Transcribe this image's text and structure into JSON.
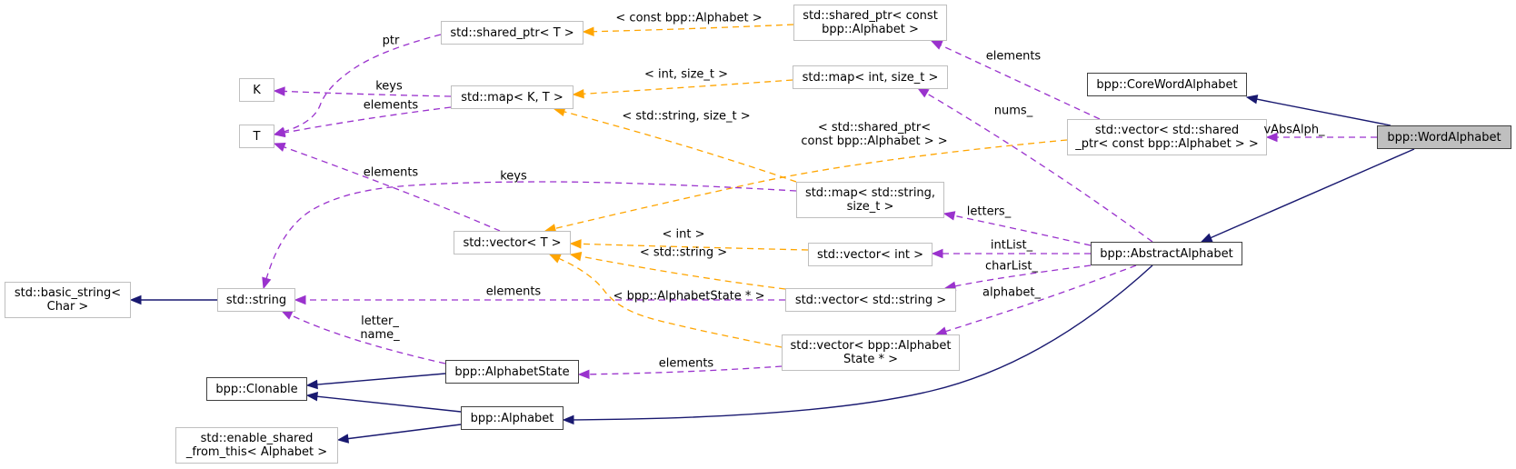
{
  "diagram": {
    "title": "Collaboration graph for bpp::WordAlphabet",
    "colors": {
      "inheritance": "#191970",
      "usage": "#9a32cd",
      "template": "#ffa500",
      "focus_fill": "#bfbfbf"
    },
    "nodes": [
      {
        "id": "wordalphabet",
        "label": "bpp::WordAlphabet",
        "kind": "focus"
      },
      {
        "id": "corewordalphabet",
        "label": "bpp::CoreWordAlphabet",
        "kind": "doc"
      },
      {
        "id": "vec_shared",
        "label": "std::vector< std::shared\n_ptr< const bpp::Alphabet > >",
        "kind": "ext"
      },
      {
        "id": "abstractalphabet",
        "label": "bpp::AbstractAlphabet",
        "kind": "doc"
      },
      {
        "id": "shared_const",
        "label": "std::shared_ptr< const\nbpp::Alphabet >",
        "kind": "ext"
      },
      {
        "id": "shared_t",
        "label": "std::shared_ptr< T >",
        "kind": "ext"
      },
      {
        "id": "map_int",
        "label": "std::map< int, size_t >",
        "kind": "ext"
      },
      {
        "id": "map_kt",
        "label": "std::map< K, T >",
        "kind": "ext"
      },
      {
        "id": "k",
        "label": "K",
        "kind": "ext"
      },
      {
        "id": "t",
        "label": "T",
        "kind": "ext"
      },
      {
        "id": "map_string",
        "label": "std::map< std::string,\nsize_t >",
        "kind": "ext"
      },
      {
        "id": "vector_t",
        "label": "std::vector< T >",
        "kind": "ext"
      },
      {
        "id": "vector_int",
        "label": "std::vector< int >",
        "kind": "ext"
      },
      {
        "id": "vector_string",
        "label": "std::vector< std::string >",
        "kind": "ext"
      },
      {
        "id": "vector_state",
        "label": "std::vector< bpp::Alphabet\nState * >",
        "kind": "ext"
      },
      {
        "id": "string",
        "label": "std::string",
        "kind": "ext"
      },
      {
        "id": "basic_string",
        "label": "std::basic_string<\nChar >",
        "kind": "ext"
      },
      {
        "id": "alphabetstate",
        "label": "bpp::AlphabetState",
        "kind": "doc"
      },
      {
        "id": "clonable",
        "label": "bpp::Clonable",
        "kind": "doc"
      },
      {
        "id": "alphabet",
        "label": "bpp::Alphabet",
        "kind": "doc"
      },
      {
        "id": "enable_shared",
        "label": "std::enable_shared\n_from_this< Alphabet >",
        "kind": "ext"
      }
    ],
    "edges": [
      {
        "from": "wordalphabet",
        "to": "corewordalphabet",
        "type": "inheritance",
        "label": ""
      },
      {
        "from": "wordalphabet",
        "to": "abstractalphabet",
        "type": "inheritance",
        "label": ""
      },
      {
        "from": "wordalphabet",
        "to": "vec_shared",
        "type": "usage",
        "label": "vAbsAlph_"
      },
      {
        "from": "vec_shared",
        "to": "shared_const",
        "type": "usage",
        "label": "elements"
      },
      {
        "from": "vec_shared",
        "to": "vector_t",
        "type": "template",
        "label": "< std::shared_ptr<\nconst bpp::Alphabet > >"
      },
      {
        "from": "shared_const",
        "to": "shared_t",
        "type": "template",
        "label": "< const bpp::Alphabet >"
      },
      {
        "from": "shared_t",
        "to": "t",
        "type": "usage",
        "label": "ptr"
      },
      {
        "from": "map_kt",
        "to": "k",
        "type": "usage",
        "label": "keys"
      },
      {
        "from": "map_kt",
        "to": "t",
        "type": "usage",
        "label": "elements"
      },
      {
        "from": "map_int",
        "to": "map_kt",
        "type": "template",
        "label": "< int, size_t >"
      },
      {
        "from": "map_string",
        "to": "map_kt",
        "type": "template",
        "label": "< std::string, size_t >"
      },
      {
        "from": "map_string",
        "to": "string",
        "type": "usage",
        "label": "keys"
      },
      {
        "from": "vector_t",
        "to": "t",
        "type": "usage",
        "label": "elements"
      },
      {
        "from": "vector_int",
        "to": "vector_t",
        "type": "template",
        "label": "< int >"
      },
      {
        "from": "vector_string",
        "to": "vector_t",
        "type": "template",
        "label": "< std::string >"
      },
      {
        "from": "vector_state",
        "to": "vector_t",
        "type": "template",
        "label": "< bpp::AlphabetState * >"
      },
      {
        "from": "vector_string",
        "to": "string",
        "type": "usage",
        "label": "elements"
      },
      {
        "from": "vector_state",
        "to": "alphabetstate",
        "type": "usage",
        "label": "elements"
      },
      {
        "from": "abstractalphabet",
        "to": "map_int",
        "type": "usage",
        "label": "nums_"
      },
      {
        "from": "abstractalphabet",
        "to": "map_string",
        "type": "usage",
        "label": "letters_"
      },
      {
        "from": "abstractalphabet",
        "to": "vector_int",
        "type": "usage",
        "label": "intList_"
      },
      {
        "from": "abstractalphabet",
        "to": "vector_string",
        "type": "usage",
        "label": "charList_"
      },
      {
        "from": "abstractalphabet",
        "to": "vector_state",
        "type": "usage",
        "label": "alphabet_"
      },
      {
        "from": "abstractalphabet",
        "to": "alphabet",
        "type": "inheritance",
        "label": ""
      },
      {
        "from": "string",
        "to": "basic_string",
        "type": "inheritance",
        "label": ""
      },
      {
        "from": "alphabetstate",
        "to": "string",
        "type": "usage",
        "label": "letter_\nname_"
      },
      {
        "from": "alphabetstate",
        "to": "clonable",
        "type": "inheritance",
        "label": ""
      },
      {
        "from": "alphabet",
        "to": "clonable",
        "type": "inheritance",
        "label": ""
      },
      {
        "from": "alphabet",
        "to": "enable_shared",
        "type": "inheritance",
        "label": ""
      }
    ]
  }
}
